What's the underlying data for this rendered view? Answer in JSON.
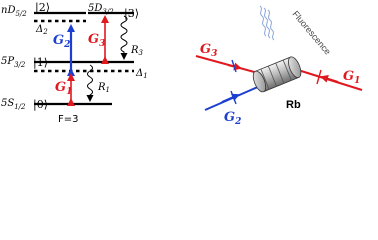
{
  "levels": {
    "nd_main": "nD",
    "nd_sub": "5/2",
    "nd_ket": "|2⟩",
    "d5_main": "5D",
    "d5_sub": "3/2",
    "d5_ket": "|3⟩",
    "p_main": "5P",
    "p_sub": "3/2",
    "p_ket": "|1⟩",
    "s_main": "5S",
    "s_sub": "1/2",
    "s_ket": "|0⟩",
    "f_label": "F=3"
  },
  "detunings": {
    "delta2_main": "Δ",
    "delta2_sub": "2",
    "delta1_main": "Δ",
    "delta1_sub": "1"
  },
  "decays": {
    "r1_main": "R",
    "r1_sub": "1",
    "r3_main": "R",
    "r3_sub": "3"
  },
  "beams": {
    "g1_main": "G",
    "g1_sub": "1",
    "g2_main": "G",
    "g2_sub": "2",
    "g3_main": "G",
    "g3_sub": "3"
  },
  "setup": {
    "cell_label": "Rb",
    "fluorescence_label": "Fluorescence"
  },
  "colors": {
    "red": "#e0191f",
    "blue": "#1c3fd0",
    "black": "#000000"
  }
}
